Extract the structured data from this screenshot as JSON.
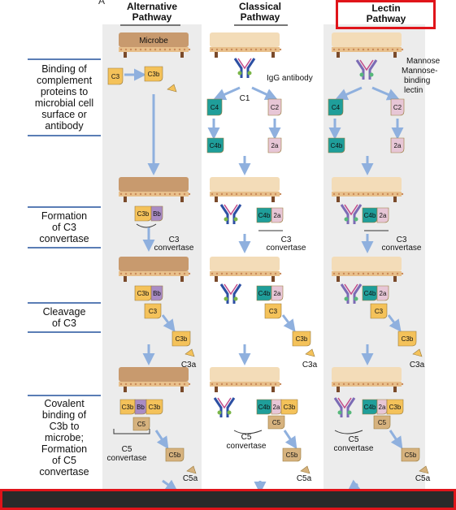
{
  "panel_label": "A",
  "columns": [
    {
      "title_line1": "Alternative",
      "title_line2": "Pathway"
    },
    {
      "title_line1": "Classical",
      "title_line2": "Pathway"
    },
    {
      "title_line1": "Lectin",
      "title_line2": "Pathway"
    }
  ],
  "stages": [
    {
      "lines": [
        "Binding of",
        "complement",
        "proteins to",
        "microbial cell",
        "surface or",
        "antibody"
      ]
    },
    {
      "lines": [
        "Formation",
        "of C3",
        "convertase"
      ]
    },
    {
      "lines": [
        "Cleavage",
        "of C3"
      ]
    },
    {
      "lines": [
        "Covalent",
        "binding of",
        "C3b to",
        "microbe;",
        "Formation",
        "of C5",
        "convertase"
      ]
    }
  ],
  "labels": {
    "microbe": "Microbe",
    "c3": "C3",
    "c3b": "C3b",
    "bb": "Bb",
    "c3a": "C3a",
    "c4": "C4",
    "c2": "C2",
    "c4b": "C4b",
    "c2a": "2a",
    "c1": "C1",
    "igg": "IgG antibody",
    "mannose": "Mannose",
    "mbl1": "Mannose-",
    "mbl2": "binding",
    "mbl3": "lectin",
    "c3conv1": "C3",
    "c3conv2": "convertase",
    "c5": "C5",
    "c5conv1": "C5",
    "c5conv2": "convertase",
    "c5b": "C5b",
    "c5a": "C5a"
  },
  "colors": {
    "highlight": "#e0141a",
    "arrow": "#8fb0de",
    "c3": "#f4c25a",
    "c3b": "#f4c25a",
    "bb": "#a98cc4",
    "c4": "#1f9e9a",
    "c2": "#e7c6d6",
    "c5": "#d6b27e",
    "membrane": "#d9a36b"
  }
}
